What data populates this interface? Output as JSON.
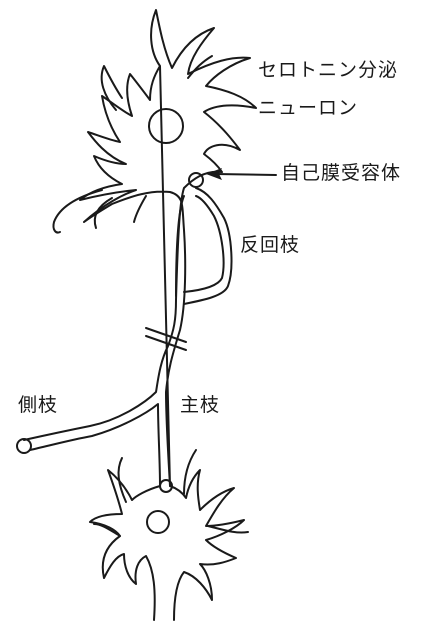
{
  "labels": {
    "serotonin_line1": "セロトニン分泌",
    "serotonin_line2": "ニューロン",
    "autoreceptor": "自己膜受容体",
    "recurrent_collateral": "反回枝",
    "lateral_branch": "側枝",
    "main_branch": "主枝"
  },
  "colors": {
    "ink": "#1a1a1a",
    "background": "#ffffff"
  }
}
